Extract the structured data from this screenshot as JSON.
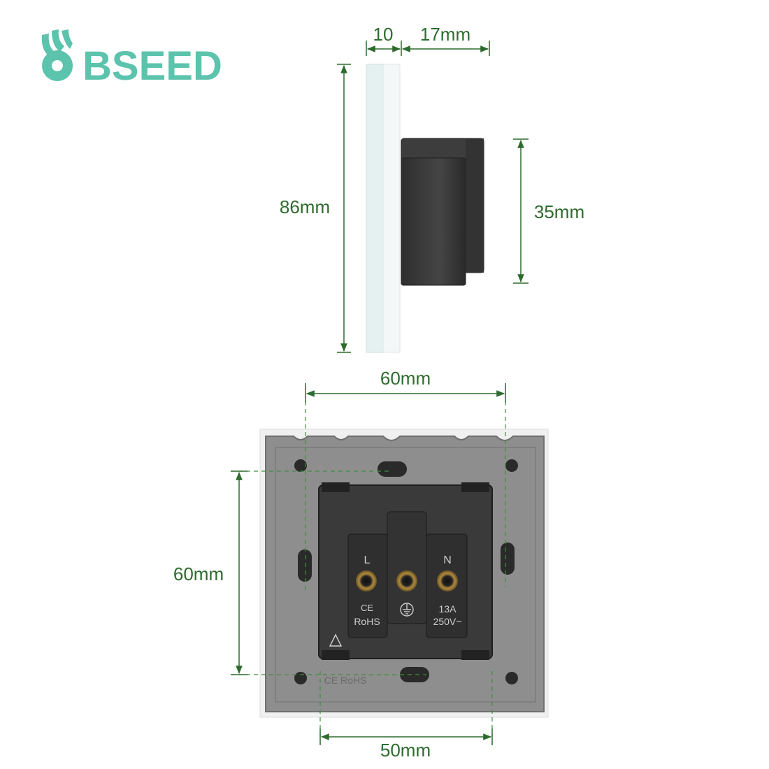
{
  "brand": {
    "name": "BSEED",
    "color": "#5cc3ad",
    "logo_icon": "bunny-ears-logo-icon"
  },
  "colors": {
    "dimension": "#2e6b2e",
    "panel_glass": "#e9f3f2",
    "module_dark": "#3b3b3b",
    "frame_gray": "#8c8c8c"
  },
  "side_view": {
    "depth_front_label": "10",
    "depth_back_label": "17mm",
    "height_label": "86mm",
    "module_height_label": "35mm"
  },
  "back_view": {
    "top_width_label": "60mm",
    "left_height_label": "60mm",
    "bottom_width_label": "50mm",
    "terminals": {
      "live": "L",
      "neutral": "N",
      "earth_icon": "earth-ground-icon"
    },
    "markings": {
      "ce": "CE",
      "rohs": "RoHS",
      "rating_current": "13A",
      "rating_voltage": "250V~",
      "frame_mark": "CE RoHS",
      "recycle_icon": "recycle-triangle-icon"
    }
  }
}
